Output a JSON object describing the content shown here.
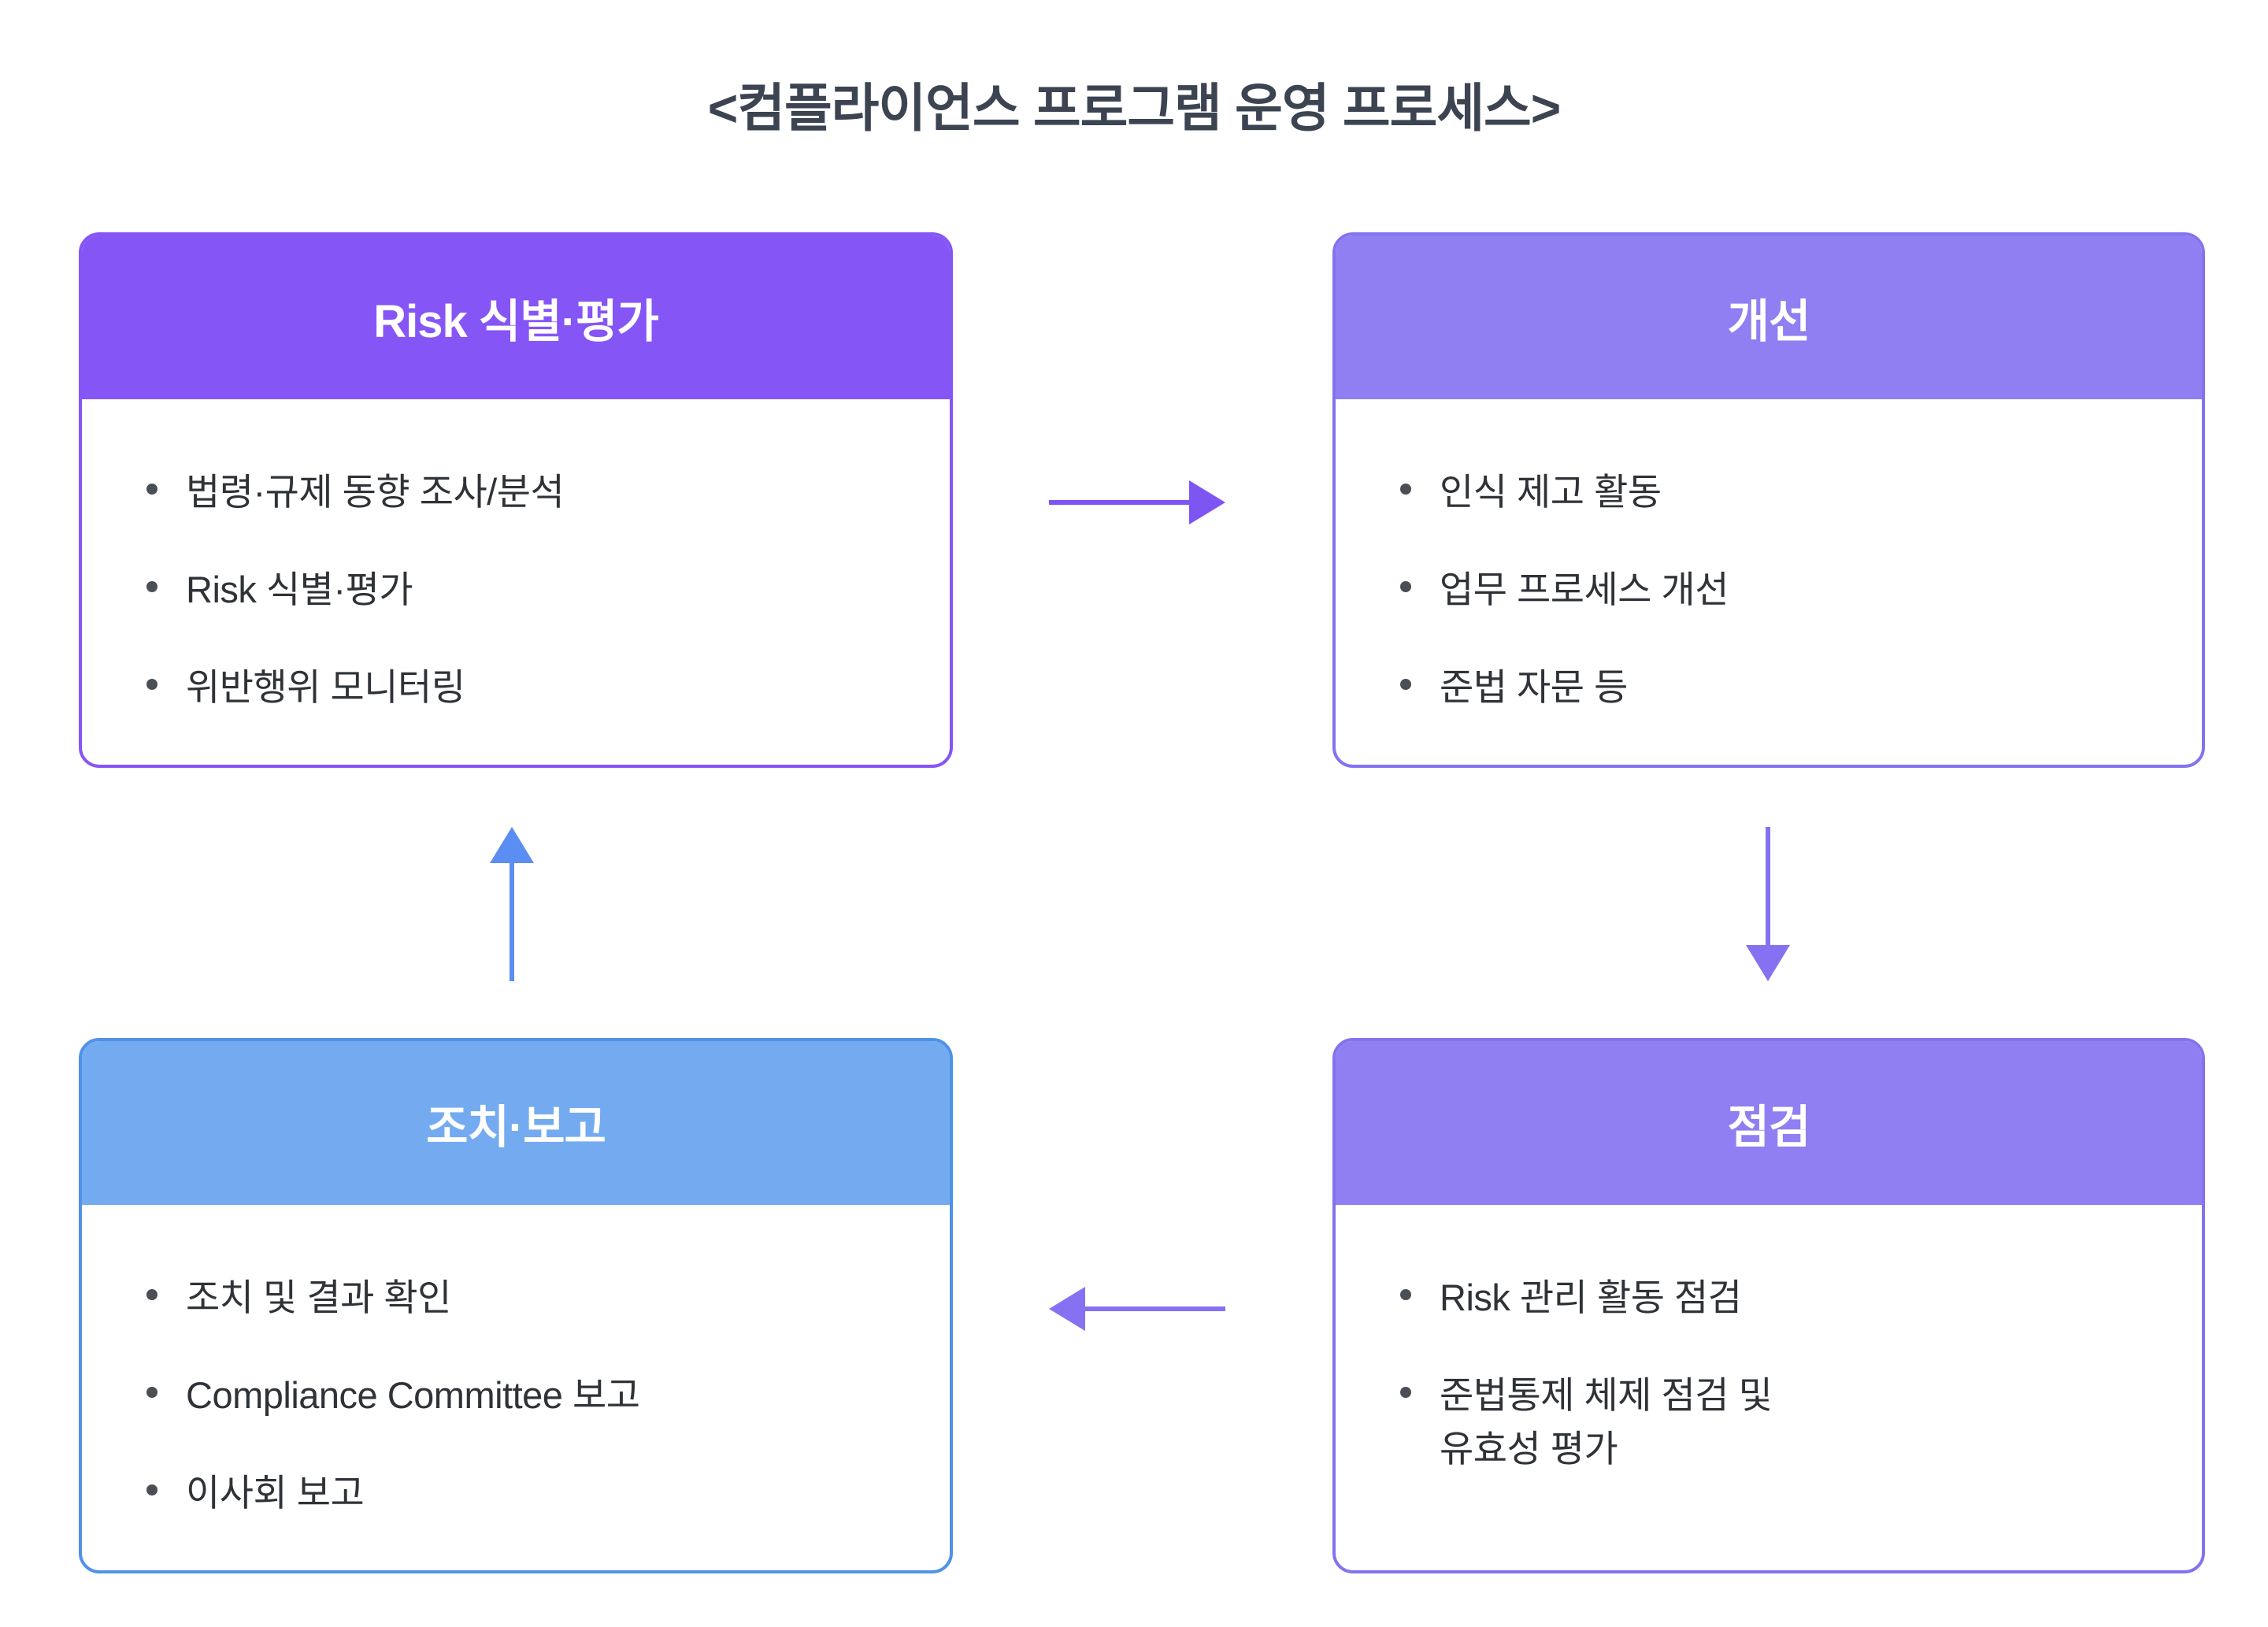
{
  "title": "<컴플라이언스 프로그램 운영 프로세스>",
  "colors": {
    "title_text": "#3c4452",
    "body_text": "#2f3338",
    "purple_primary": "#8655f6",
    "periwinkle": "#8f7ff2",
    "blue_header": "#74abf0",
    "blue_border": "#4f92e8"
  },
  "boxes": [
    {
      "id": "risk",
      "title": "Risk 식별·평가",
      "header_color": "#8655f6",
      "border_color": "#8655f6",
      "items": [
        "법령·규제 동향 조사/분석",
        "Risk 식별·평가",
        "위반행위 모니터링"
      ]
    },
    {
      "id": "improve",
      "title": "개선",
      "header_color": "#8f7ff2",
      "border_color": "#8273f0",
      "items": [
        "인식 제고 활동",
        "업무 프로세스 개선",
        "준법 자문 등"
      ]
    },
    {
      "id": "check",
      "title": "점검",
      "header_color": "#8f7ff2",
      "border_color": "#8273f0",
      "items": [
        "Risk 관리 활동 점검",
        "준법통제 체제 점검 및\n유효성 평가"
      ]
    },
    {
      "id": "action",
      "title": "조치·보고",
      "header_color": "#74abf0",
      "border_color": "#4f92e8",
      "items": [
        "조치 및 결과 확인",
        "Compliance Committee 보고",
        "이사회 보고"
      ]
    }
  ],
  "arrows": [
    {
      "name": "risk-to-improve",
      "direction": "right",
      "color": "#7d55f3"
    },
    {
      "name": "improve-to-check",
      "direction": "down",
      "color": "#8671f2"
    },
    {
      "name": "check-to-action",
      "direction": "left",
      "color": "#8671f2"
    },
    {
      "name": "action-to-risk",
      "direction": "up",
      "color": "#5c8df2"
    }
  ]
}
